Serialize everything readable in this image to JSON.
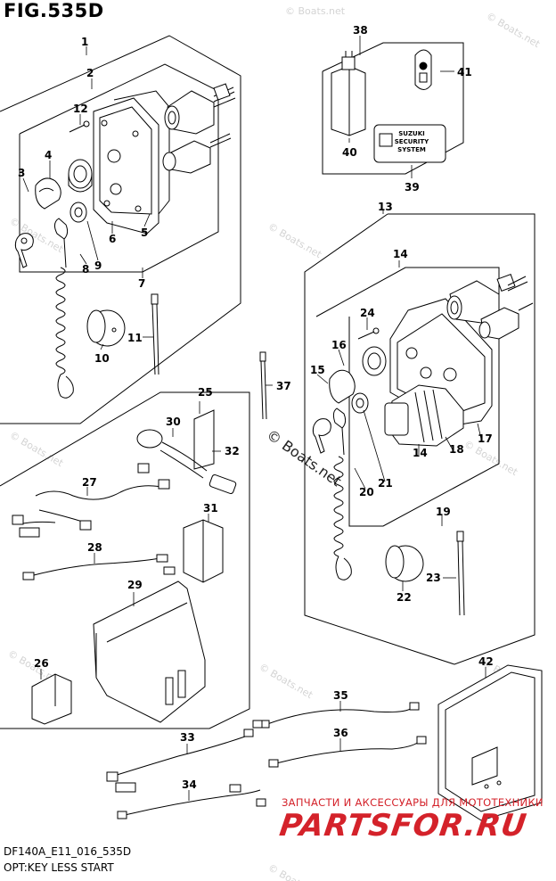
{
  "figure": {
    "title": "FIG.535D",
    "code": "DF140A_E11_016_535D",
    "subtitle": "OPT:KEY LESS START"
  },
  "watermark": {
    "repeat_text": "© Boats.net",
    "center_text": "© Boats.net"
  },
  "promo": {
    "tagline": "ЗАПЧАСТИ И АКСЕССУАРЫ ДЛЯ МОТОТЕХНИКИ",
    "logo": "PARTSFOR.RU",
    "color": "#d4222a"
  },
  "security_label": {
    "line1": "SUZUKI",
    "line2": "SECURITY",
    "line3": "SYSTEM"
  },
  "callouts": [
    "1",
    "2",
    "3",
    "4",
    "5",
    "6",
    "7",
    "8",
    "9",
    "10",
    "11",
    "12",
    "13",
    "14",
    "14",
    "15",
    "16",
    "17",
    "18",
    "19",
    "20",
    "21",
    "22",
    "23",
    "24",
    "25",
    "26",
    "27",
    "28",
    "29",
    "30",
    "31",
    "32",
    "33",
    "34",
    "35",
    "36",
    "37",
    "38",
    "39",
    "40",
    "41",
    "42"
  ]
}
